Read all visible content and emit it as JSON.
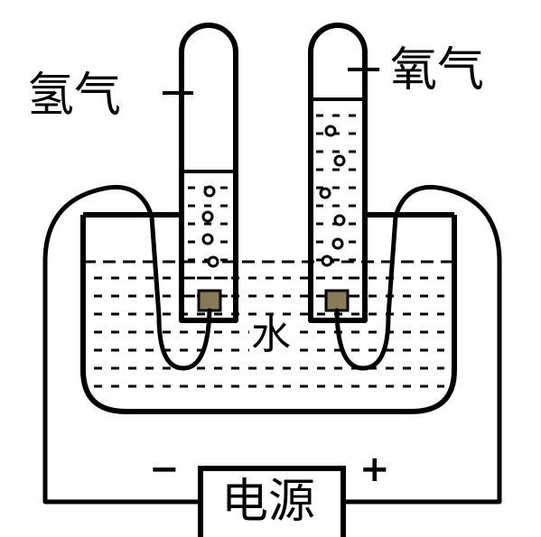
{
  "labels": {
    "hydrogen": "氢气",
    "oxygen": "氧气",
    "water": "水",
    "power_supply": "电源",
    "negative": "−",
    "positive": "+"
  },
  "colors": {
    "ink": "#000000",
    "paper": "#ffffff",
    "electrode": "#8a7a5a"
  }
}
